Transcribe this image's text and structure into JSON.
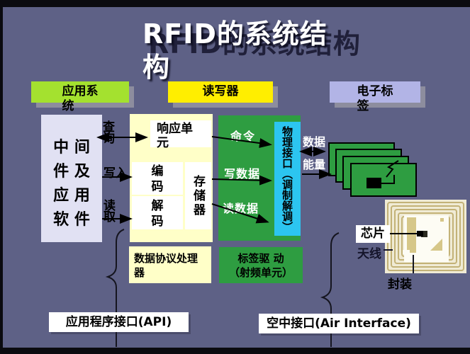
{
  "title": {
    "text": "RFID的系统结构",
    "display_wrapped": "RFID的系统结\n构"
  },
  "headers": [
    {
      "id": "application-system",
      "label": "应用系\n统",
      "color": "#a4e12f"
    },
    {
      "id": "reader-writer",
      "label": "读写器",
      "color": "#ffee00"
    },
    {
      "id": "electronic-tag",
      "label": "电子标\n签",
      "color": "#b2b4e6"
    }
  ],
  "middleware_box": {
    "label": "中 间\n件 及\n应 用\n软 件",
    "color": "#e1e1f3"
  },
  "left_arrows": {
    "query": "查\n询",
    "write": "写入",
    "read": "读\n取"
  },
  "reader_section": {
    "area_color": "#ffffc8",
    "response_unit": "响应单\n元",
    "encoder": "编\n码",
    "decoder": "解\n码",
    "memory": "存储器",
    "data_protocol_processor": "数据协议处理\n器"
  },
  "rf_section": {
    "box_color": "#2e9d41",
    "physical_interface": "物理接口（调制解调）",
    "physical_interface_color": "#2cc5f0",
    "command": "命令",
    "write_data": "写数据",
    "read_data": "读数据",
    "tag_driver": "标签驱 动\n（射频单元）"
  },
  "air_link_labels": {
    "data": "数据",
    "energy": "能量"
  },
  "tag_callouts": {
    "chip": "芯片",
    "antenna": "天线",
    "package": "封装"
  },
  "bottom_labels": {
    "api": "应用程序接口(API)",
    "air_interface": "空中接口(Air Interface)"
  },
  "colors": {
    "background": "#5e6186",
    "frame": "#0b0b10",
    "tag_photo_base": "#f0ebd5",
    "tag_coil": "#c3b277",
    "shadow": "#8d8d9e"
  }
}
